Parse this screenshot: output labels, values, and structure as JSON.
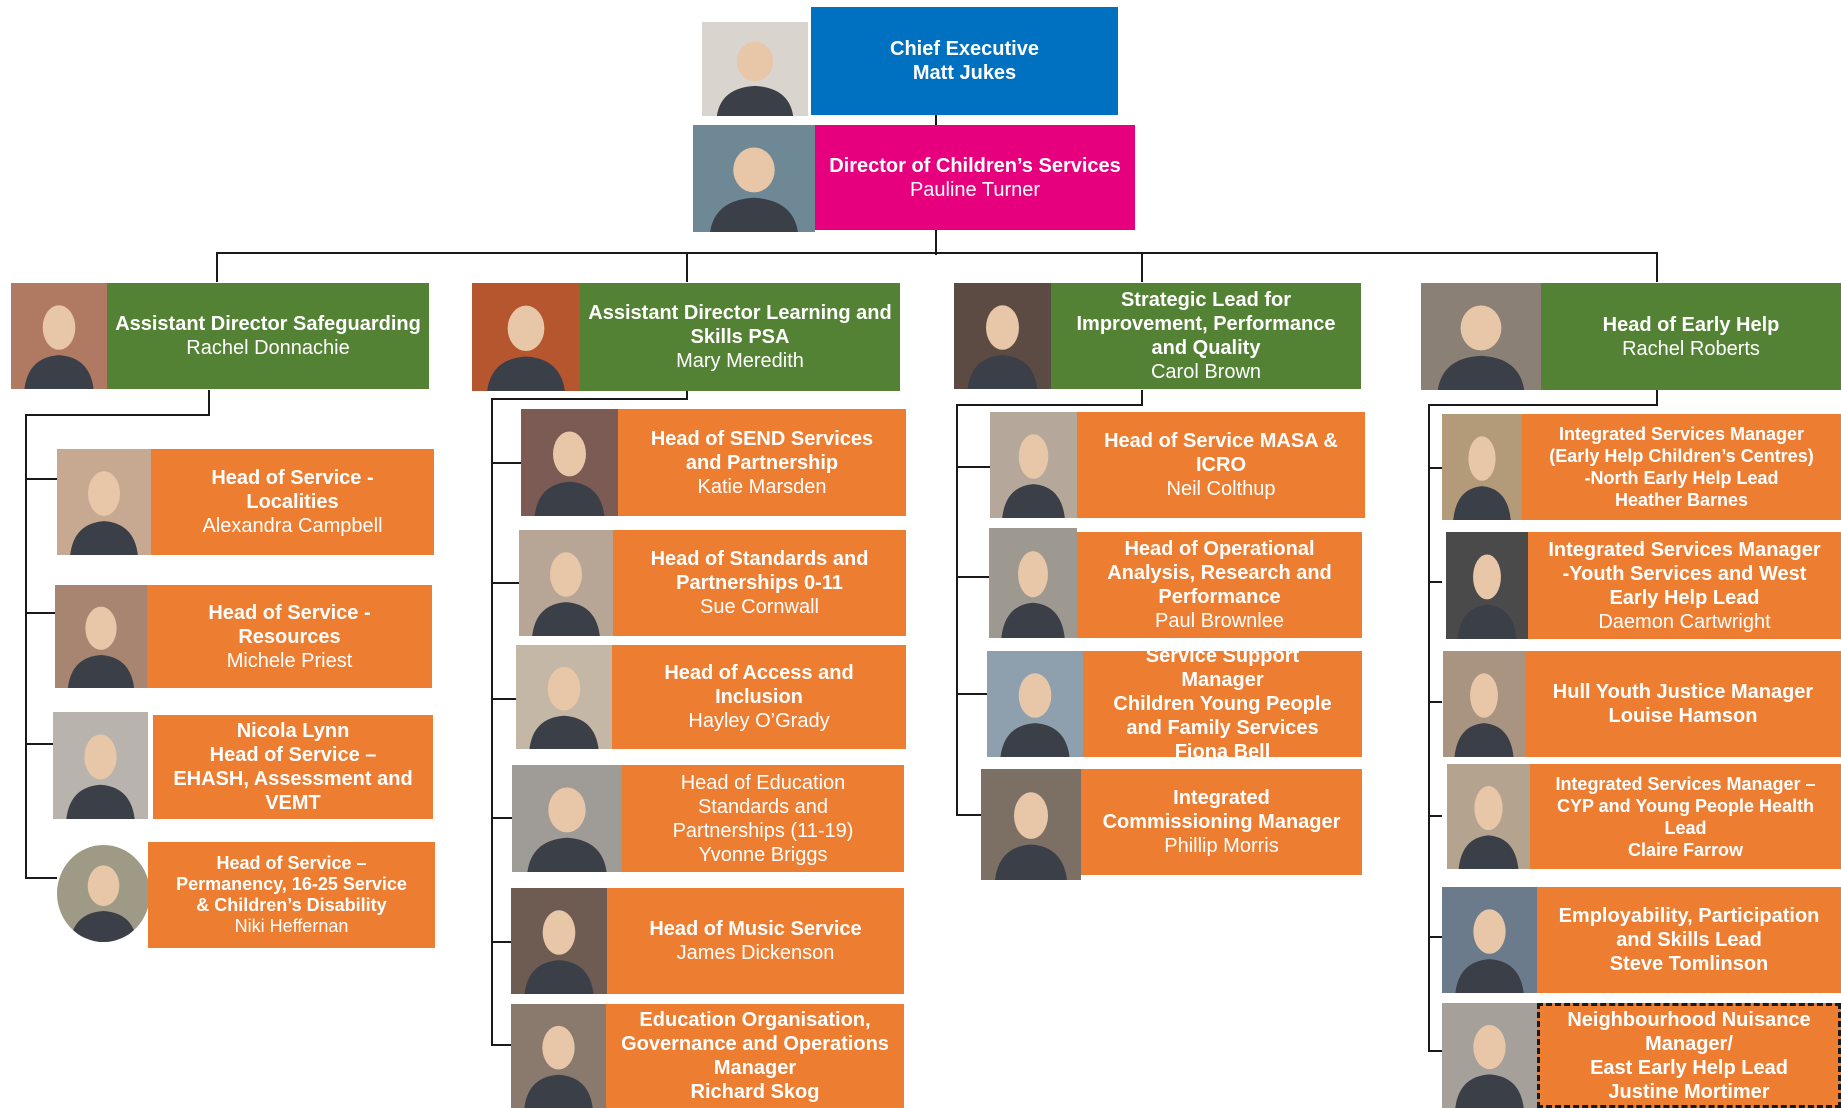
{
  "top": [
    {
      "title": "Chief Executive",
      "name": "Matt Jukes",
      "color": "#0070C0"
    },
    {
      "title": "Director of Children’s Services",
      "name": "Pauline Turner",
      "color": "#E6007E"
    }
  ],
  "columns": [
    {
      "head": {
        "title": "Assistant Director Safeguarding",
        "name": "Rachel Donnachie"
      },
      "items": [
        {
          "title": "Head of Service -\nLocalities",
          "name": "Alexandra Campbell"
        },
        {
          "title": "Head of Service -\nResources",
          "name": "Michele Priest"
        },
        {
          "title": "Nicola Lynn\nHead of Service –\nEHASH, Assessment and\nVEMT",
          "name": ""
        },
        {
          "title": "Head of Service –\nPermanency, 16-25 Service\n& Children’s Disability",
          "name": "Niki Heffernan"
        }
      ]
    },
    {
      "head": {
        "title": "Assistant Director Learning and Skills PSA",
        "name": "Mary Meredith"
      },
      "items": [
        {
          "title": "Head of SEND Services\nand Partnership",
          "name": "Katie Marsden"
        },
        {
          "title": "Head of Standards and\nPartnerships 0-11",
          "name": "Sue Cornwall"
        },
        {
          "title": "Head of Access and\nInclusion",
          "name": "Hayley O’Grady"
        },
        {
          "title": "",
          "name": "Head of Education\nStandards and\nPartnerships (11-19)\nYvonne Briggs"
        },
        {
          "title": "Head of Music Service",
          "name": "James Dickenson"
        },
        {
          "title": "Education Organisation,\nGovernance and Operations\nManager",
          "name": "Richard Skog"
        }
      ]
    },
    {
      "head": {
        "title": "Strategic Lead for Improvement, Performance and Quality",
        "name": "Carol Brown"
      },
      "items": [
        {
          "title": "Head of Service MASA &\nICRO",
          "name": "Neil Colthup"
        },
        {
          "title": "Head of Operational\nAnalysis, Research and\nPerformance",
          "name": "Paul Brownlee"
        },
        {
          "title": "Service Support\nManager\nChildren Young People\nand Family Services",
          "name": "Fiona Bell"
        },
        {
          "title": "Integrated\nCommissioning Manager",
          "name": "Phillip Morris"
        }
      ]
    },
    {
      "head": {
        "title": "Head of Early Help",
        "name": "Rachel Roberts"
      },
      "items": [
        {
          "title": "Integrated Services Manager\n(Early Help Children’s Centres)\n-North Early Help Lead",
          "name": "Heather Barnes"
        },
        {
          "title": "Integrated Services Manager\n-Youth Services and West\nEarly Help Lead",
          "name": "Daemon Cartwright"
        },
        {
          "title": "Hull Youth Justice Manager\nLouise Hamson",
          "name": ""
        },
        {
          "title": "Integrated Services Manager –\nCYP and Young People Health\nLead\nClaire Farrow",
          "name": ""
        },
        {
          "title": "Employability, Participation\nand Skills Lead",
          "name": "Steve Tomlinson"
        },
        {
          "title": "Neighbourhood Nuisance\nManager/\nEast Early Help Lead\nJustine Mortimer",
          "name": ""
        }
      ]
    }
  ],
  "icons": {
    "photo": "person-photo-icon"
  }
}
